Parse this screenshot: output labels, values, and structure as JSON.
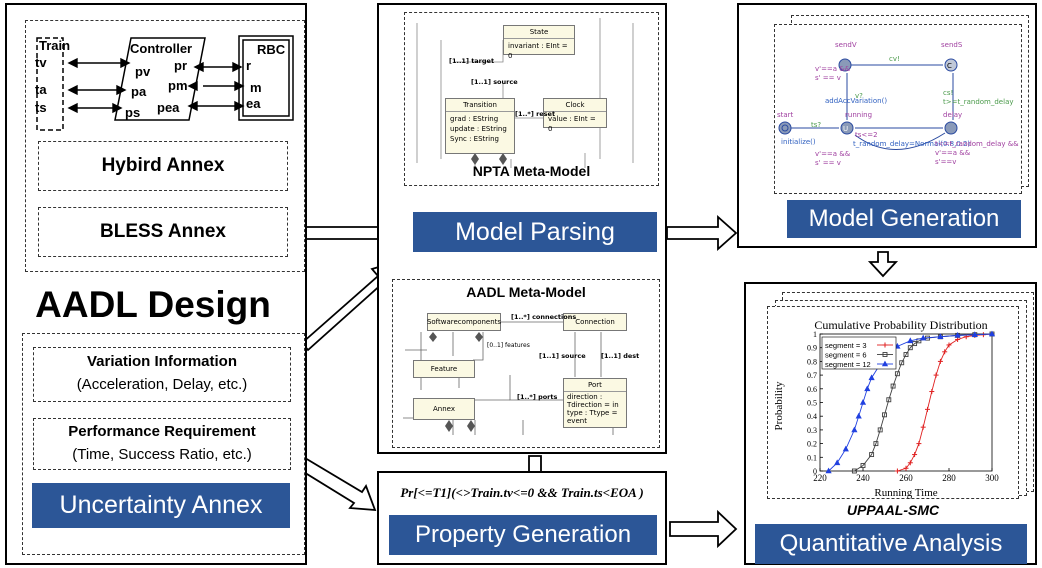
{
  "left": {
    "controller": {
      "train_title": "Train",
      "train_ports": [
        "tv",
        "ta",
        "ts"
      ],
      "controller_title": "Controller",
      "controller_ports": [
        "pv",
        "pr",
        "pa",
        "pm",
        "ps",
        "pea"
      ],
      "rbc_title": "RBC",
      "rbc_ports": [
        "r",
        "m",
        "ea"
      ]
    },
    "hybrid_annex": "Hybird Annex",
    "bless_annex": "BLESS Annex",
    "aadl_design": "AADL Design",
    "variation_title": "Variation Information",
    "variation_sub": "(Acceleration, Delay, etc.)",
    "performance_title": "Performance Requirement",
    "performance_sub": "(Time, Success Ratio, etc.)",
    "uncertainty_annex": "Uncertainty Annex"
  },
  "center": {
    "npta": {
      "title": "NPTA Meta-Model",
      "state": {
        "name": "State",
        "attrs": [
          "invariant : EInt = 0"
        ]
      },
      "transition": {
        "name": "Transition",
        "attrs": [
          "grad : EString",
          "update : EString",
          "Sync : EString"
        ]
      },
      "clock": {
        "name": "Clock",
        "attrs": [
          "value : EInt = 0"
        ]
      },
      "labels": {
        "target": "[1..1] target",
        "source": "[1..1] source",
        "reset": "[1..*] reset"
      }
    },
    "model_parsing": "Model Parsing",
    "aadl_meta": {
      "title": "AADL Meta-Model",
      "software": {
        "name": "Softwarecomponents"
      },
      "connection": {
        "name": "Connection"
      },
      "feature": {
        "name": "Feature"
      },
      "annex": {
        "name": "Annex"
      },
      "port": {
        "name": "Port",
        "attrs": [
          "direction :",
          "Tdirection = in",
          "type : Ttype =",
          "event"
        ]
      },
      "labels": {
        "connections": "[1..*] connections",
        "features": "[0..1] features",
        "source": "[1..1] source",
        "dest": "[1..1] dest",
        "ports": "[1..*] ports"
      }
    },
    "property_formula": "Pr[<=T1](<>Train.tv<=0  && Train.ts<EOA )",
    "property_generation": "Property Generation"
  },
  "right": {
    "model_generation": "Model Generation",
    "uppaal": {
      "locations": [
        "sendV",
        "sendS",
        "start",
        "running",
        "delay"
      ],
      "labels": [
        "cv!",
        "v'==a &&",
        "s' == v",
        "addAccVariation()",
        "v?",
        "ts?",
        "initialize()",
        "ts<=2",
        "t_random_delay=Normal(0.8,0.2)",
        "t<=t_random_delay &&",
        "v'==a &&",
        "s'==v",
        "cs!",
        "t>=t_random_delay",
        "v'==a &&",
        "s' == v"
      ]
    },
    "chart_title": "Cumulative Probability Distribution",
    "uppaal_smc": "UPPAAL-SMC",
    "quantitative_analysis": "Quantitative Analysis"
  },
  "chart_data": {
    "type": "line",
    "title": "Cumulative Probability Distribution",
    "xlabel": "Running Time",
    "ylabel": "Probability",
    "xlim": [
      220,
      300
    ],
    "ylim": [
      0,
      1
    ],
    "xticks": [
      220,
      240,
      260,
      280,
      300
    ],
    "yticks": [
      0,
      0.1,
      0.2,
      0.3,
      0.4,
      0.5,
      0.6,
      0.7,
      0.8,
      0.9,
      1
    ],
    "legend_position": "top-left",
    "series": [
      {
        "name": "segment =  3",
        "color": "#e02020",
        "marker": "plus",
        "x": [
          256,
          260,
          262,
          264,
          266,
          268,
          270,
          272,
          274,
          276,
          278,
          280,
          284,
          288,
          292,
          296,
          300
        ],
        "y": [
          0,
          0.02,
          0.06,
          0.12,
          0.2,
          0.32,
          0.45,
          0.58,
          0.7,
          0.8,
          0.87,
          0.92,
          0.96,
          0.98,
          0.99,
          0.995,
          1
        ]
      },
      {
        "name": "segment =  6",
        "color": "#404040",
        "marker": "square",
        "x": [
          236,
          240,
          244,
          246,
          248,
          250,
          252,
          254,
          256,
          258,
          260,
          262,
          264,
          266,
          270,
          276,
          284,
          292,
          300
        ],
        "y": [
          0,
          0.04,
          0.12,
          0.2,
          0.3,
          0.41,
          0.52,
          0.62,
          0.71,
          0.79,
          0.85,
          0.9,
          0.93,
          0.95,
          0.97,
          0.98,
          0.99,
          0.995,
          1
        ]
      },
      {
        "name": "segment = 12",
        "color": "#2040e0",
        "marker": "triangle",
        "x": [
          224,
          228,
          232,
          236,
          238,
          240,
          242,
          244,
          248,
          252,
          256,
          262,
          268,
          276,
          284,
          292,
          300
        ],
        "y": [
          0,
          0.06,
          0.16,
          0.3,
          0.4,
          0.5,
          0.6,
          0.68,
          0.78,
          0.86,
          0.91,
          0.95,
          0.97,
          0.98,
          0.99,
          0.995,
          1
        ]
      }
    ]
  }
}
